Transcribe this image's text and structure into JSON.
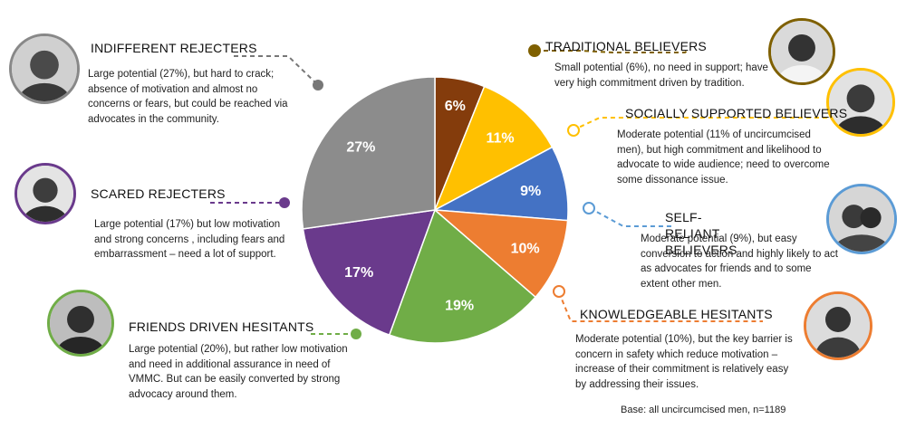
{
  "chart_data": {
    "type": "pie",
    "title": "",
    "slices": [
      {
        "label": "Traditional Believers",
        "value": 6,
        "text": "6%",
        "color": "#843c0c"
      },
      {
        "label": "Socially Supported Believers",
        "value": 11,
        "text": "11%",
        "color": "#ffc000"
      },
      {
        "label": "Self-Reliant Believers",
        "value": 9,
        "text": "9%",
        "color": "#4472c4"
      },
      {
        "label": "Knowledgeable Hesitants",
        "value": 10,
        "text": "10%",
        "color": "#ed7d31"
      },
      {
        "label": "Friends Driven Hesitants",
        "value": 19,
        "text": "19%",
        "color": "#70ad47"
      },
      {
        "label": "Scared Rejecters",
        "value": 17,
        "text": "17%",
        "color": "#6a3a8c"
      },
      {
        "label": "Indifferent Rejecters",
        "value": 27,
        "text": "27%",
        "color": "#8c8c8c"
      }
    ],
    "start_angle_deg": 0,
    "direction": "clockwise"
  },
  "segments": {
    "indifferent": {
      "title": "INDIFFERENT REJECTERS",
      "desc": "Large potential (27%), but hard to crack; absence of motivation and almost no concerns or fears, but could be reached via advocates in the community.",
      "color": "#777777"
    },
    "scared": {
      "title": "SCARED REJECTERS",
      "desc": "Large potential (17%) but low motivation and strong concerns , including fears and embarrassment – need a lot of support.",
      "color": "#6a3a8c"
    },
    "friends": {
      "title": "FRIENDS DRIVEN HESITANTS",
      "desc": "Large potential (20%), but rather low motivation and need in additional assurance in need of VMMC. But can be easily converted by strong advocacy around them.",
      "color": "#70ad47"
    },
    "traditional": {
      "title": "TRADITIONAL BELIEVERS",
      "desc": "Small potential (6%), no need in support; have very high commitment driven by tradition.",
      "color": "#7f6000"
    },
    "social": {
      "title": "SOCIALLY SUPPORTED BELIEVERS",
      "desc": "Moderate potential (11% of uncircumcised men), but  high commitment and likelihood to advocate to wide audience; need to overcome some dissonance issue.",
      "color": "#ffc000"
    },
    "selfreliant": {
      "title": "SELF-RELIANT BELIEVERS",
      "desc": "Moderate potential (9%), but easy conversion to action and highly likely to act as advocates for friends and to some extent other men.",
      "color": "#5b9bd5"
    },
    "knowledgeable": {
      "title": "KNOWLEDGEABLE HESITANTS",
      "desc": "Moderate potential (10%), but the key barrier is  concern in safety which reduce motivation  – increase of their commitment is relatively easy by addressing their issues.",
      "color": "#ed7d31"
    }
  },
  "base_note": "Base: all uncircumcised men, n=1189"
}
